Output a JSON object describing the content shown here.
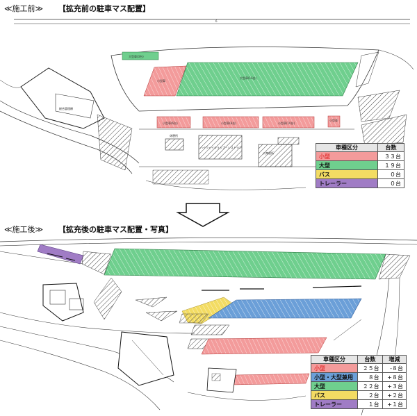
{
  "before": {
    "section_label": "≪施工前≫",
    "heading": "【拡充前の駐車マス配置】",
    "table": {
      "headers": [
        "車種区分",
        "台数"
      ],
      "rows": [
        {
          "type": "小型",
          "count": "３３台",
          "color": "#f39b9b",
          "text_color": "#e23b3b"
        },
        {
          "type": "大型",
          "count": "１９台",
          "color": "#6fcf8e",
          "text_color": "#111111"
        },
        {
          "type": "バス",
          "count": "０台",
          "color": "#f3dc63",
          "text_color": "#111111"
        },
        {
          "type": "トレーラー",
          "count": "０台",
          "color": "#a07cc5",
          "text_color": "#111111"
        }
      ]
    },
    "map_labels": {
      "large_small": "大型車(3台)",
      "large_main": "大型車(16台)",
      "small_a": "小型車",
      "small_b": "小型車(6台)",
      "small_c": "小型車(8台)",
      "small_d": "小型車(10台)",
      "small_e": "小型車",
      "building_1": "総合管理棟",
      "building_2": "休憩所",
      "building_3": "ハイウェイショップ・レストラン",
      "building_4": "公衆便所"
    }
  },
  "after": {
    "section_label": "≪施工後≫",
    "heading": "【拡充後の駐車マス配置・写真】",
    "table": {
      "headers": [
        "車種区分",
        "台数",
        "増減"
      ],
      "rows": [
        {
          "type": "小型",
          "count": "２５台",
          "change": "-８台",
          "color": "#f39b9b",
          "text_color": "#e23b3b"
        },
        {
          "type": "小型・大型兼用",
          "count": "８台",
          "change": "+８台",
          "color": "#6b9fd8",
          "text_color": "#111111"
        },
        {
          "type": "大型",
          "count": "２２台",
          "change": "+３台",
          "color": "#6fcf8e",
          "text_color": "#111111"
        },
        {
          "type": "バス",
          "count": "２台",
          "change": "+２台",
          "color": "#f3dc63",
          "text_color": "#111111"
        },
        {
          "type": "トレーラー",
          "count": "１台",
          "change": "+１台",
          "color": "#a07cc5",
          "text_color": "#111111"
        }
      ]
    }
  },
  "arrow_color": "#ffffff",
  "colors": {
    "small": "#f39b9b",
    "combined": "#6b9fd8",
    "large": "#6fcf8e",
    "bus": "#f3dc63",
    "trailer": "#a07cc5"
  }
}
